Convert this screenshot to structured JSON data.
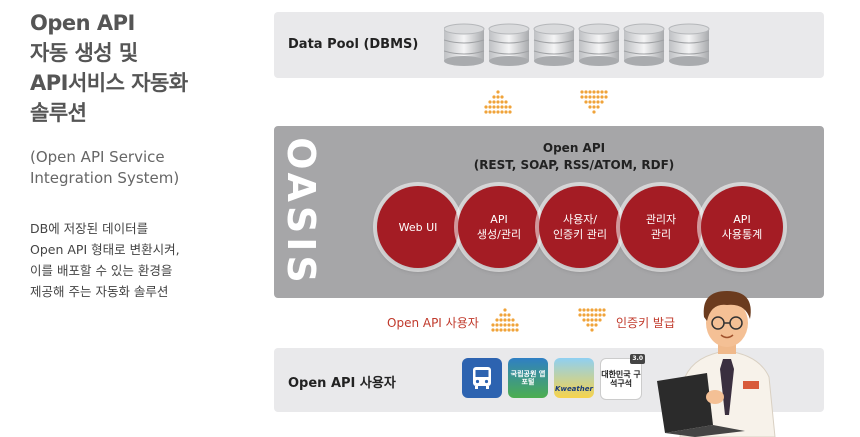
{
  "left": {
    "title_lines": [
      "Open API",
      "자동 생성 및",
      "API서비스 자동화",
      "솔루션"
    ],
    "subtitle_lines": [
      "(Open API Service",
      "Integration System)"
    ],
    "desc_lines": [
      "DB에 저장된 데이터를",
      "Open API 형태로 변환시켜,",
      "이를 배포할 수 있는 환경을",
      "제공해 주는 자동화 솔루션"
    ]
  },
  "top_panel": {
    "label": "Data Pool (DBMS)",
    "db_count": 6
  },
  "middle_panel": {
    "brand": "OASIS",
    "api_title": "Open API",
    "api_protocols": "(REST, SOAP, RSS/ATOM, RDF)",
    "modules": [
      {
        "lines": [
          "Web UI"
        ]
      },
      {
        "lines": [
          "API",
          "생성/관리"
        ]
      },
      {
        "lines": [
          "사용자/",
          "인증키 관리"
        ]
      },
      {
        "lines": [
          "관리자",
          "관리"
        ]
      },
      {
        "lines": [
          "API",
          "사용통계"
        ]
      }
    ]
  },
  "flows": {
    "left_label": "Open API 사용자",
    "right_label": "인증키 발급"
  },
  "bottom_panel": {
    "label": "Open API 사용자",
    "apps": [
      {
        "icon": "bus-icon",
        "text": ""
      },
      {
        "icon": "map-app-icon",
        "text": "국립공원 앱포털"
      },
      {
        "icon": "weather-app-icon",
        "text": "Kweather"
      },
      {
        "icon": "korea-app-icon",
        "text": "대한민국 구석구석",
        "badge": "3.0"
      }
    ]
  },
  "colors": {
    "accent": "#a41c24",
    "panel": "#e9e9eb",
    "core": "#a6a6a8",
    "arrow": "#f0a33a"
  }
}
